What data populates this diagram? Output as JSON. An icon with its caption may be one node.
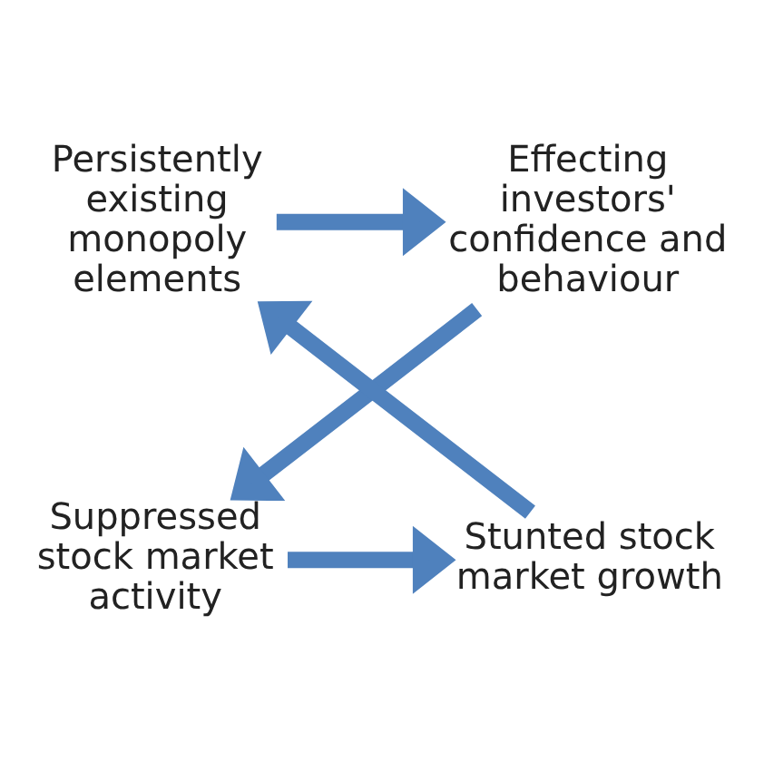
{
  "diagram": {
    "nodes": [
      {
        "text": [
          "Persistently existing monopoly elements"
        ]
      },
      {
        "text": [
          "Effecting investors' confidence and behaviour"
        ]
      },
      {
        "text": [
          "Suppressed stock market activity"
        ]
      },
      {
        "text": [
          "Stunted stock market growth"
        ]
      }
    ],
    "edges": [
      {
        "from": 0,
        "to": 1,
        "arrow": "to"
      },
      {
        "from": 1,
        "to": 2,
        "arrow": "to"
      },
      {
        "from": 2,
        "to": 3,
        "arrow": "to"
      },
      {
        "from": 3,
        "to": 0,
        "arrow": "to"
      }
    ]
  }
}
